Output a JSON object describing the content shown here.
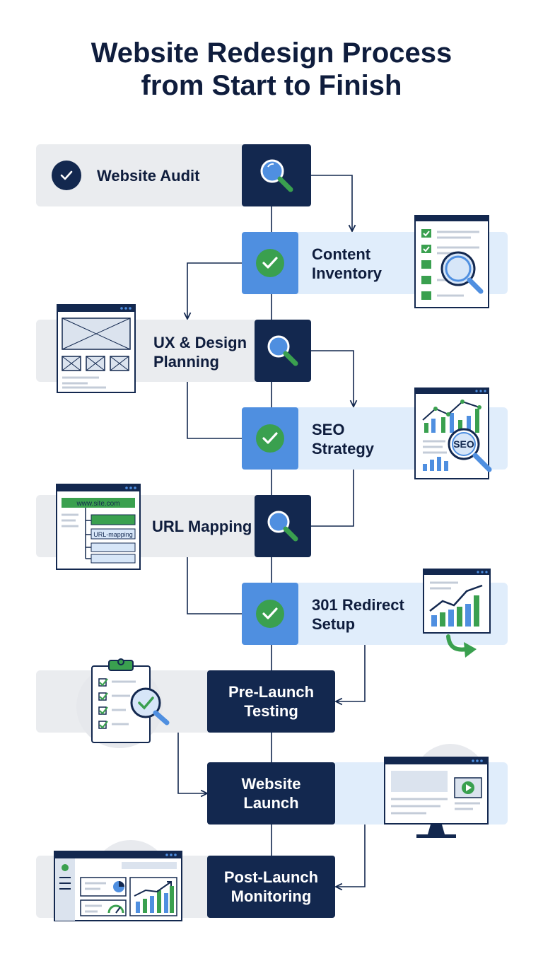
{
  "title": {
    "line1": "Website Redesign Process",
    "line2": "from Start to Finish"
  },
  "steps": [
    {
      "label": "Website Audit"
    },
    {
      "label": "Content\nInventory"
    },
    {
      "label": "UX & Design\nPlanning"
    },
    {
      "label": "SEO\nStrategy"
    },
    {
      "label": "URL Mapping"
    },
    {
      "label": "301 Redirect\nSetup"
    },
    {
      "label": "Pre-Launch\nTesting"
    },
    {
      "label": "Website\nLaunch"
    },
    {
      "label": "Post-Launch\nMonitoring"
    }
  ],
  "illustrations": {
    "seo_badge": "SEO",
    "url_bar": "www.site.com",
    "url_mapping_tag": "URL-mapping"
  },
  "colors": {
    "navy": "#13284f",
    "blue": "#4f8fe0",
    "green": "#3aa04f",
    "band_gray": "#eaecef",
    "band_blue": "#e0edfb"
  }
}
